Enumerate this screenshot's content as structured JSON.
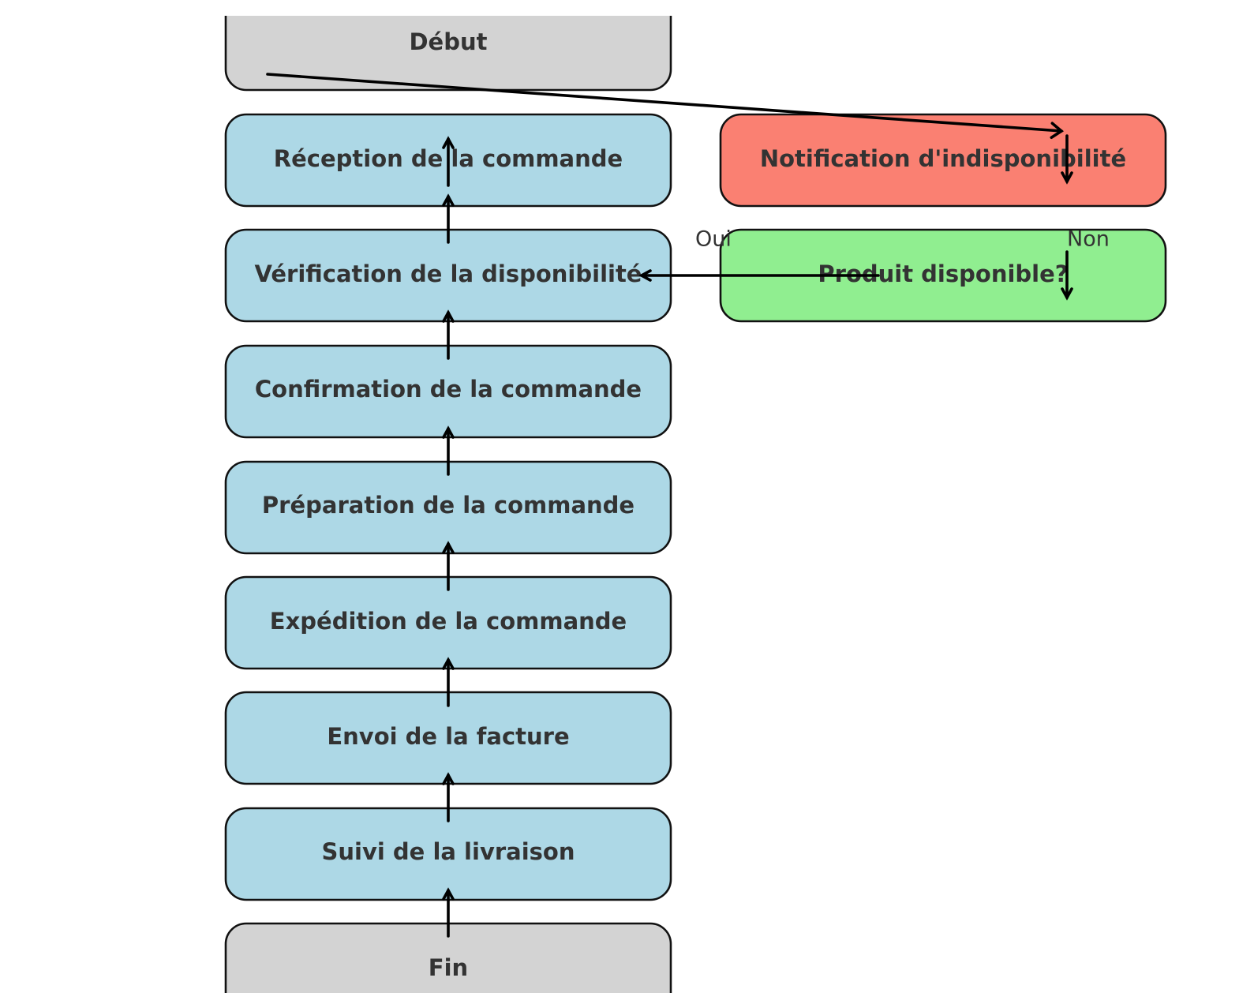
{
  "colors": {
    "terminal": "#d3d3d3",
    "process": "#add8e6",
    "notification": "#fa8072",
    "decision": "#90ee90",
    "text": "#333333",
    "edge": "#000000"
  },
  "nodes": {
    "debut": {
      "label": "Début",
      "kind": "terminal"
    },
    "reception": {
      "label": "Réception de la commande",
      "kind": "process"
    },
    "verification": {
      "label": "Vérification de la disponibilité",
      "kind": "process"
    },
    "confirmation": {
      "label": "Confirmation de la commande",
      "kind": "process"
    },
    "preparation": {
      "label": "Préparation de la commande",
      "kind": "process"
    },
    "expedition": {
      "label": "Expédition de la commande",
      "kind": "process"
    },
    "facture": {
      "label": "Envoi de la facture",
      "kind": "process"
    },
    "suivi": {
      "label": "Suivi de la livraison",
      "kind": "process"
    },
    "fin": {
      "label": "Fin",
      "kind": "terminal"
    },
    "notification": {
      "label": "Notification d'indisponibilité",
      "kind": "notification"
    },
    "decision": {
      "label": "Produit disponible?",
      "kind": "decision"
    }
  },
  "edges": [
    {
      "from": "debut",
      "to": "notification",
      "label": ""
    },
    {
      "from": "notification",
      "to": "decision",
      "label": ""
    },
    {
      "from": "decision",
      "to": "verification",
      "label": ""
    },
    {
      "from": "reception",
      "to": "debut",
      "label": ""
    },
    {
      "from": "verification",
      "to": "reception",
      "label": ""
    },
    {
      "from": "confirmation",
      "to": "verification",
      "label": ""
    },
    {
      "from": "preparation",
      "to": "confirmation",
      "label": ""
    },
    {
      "from": "expedition",
      "to": "preparation",
      "label": ""
    },
    {
      "from": "facture",
      "to": "expedition",
      "label": ""
    },
    {
      "from": "suivi",
      "to": "facture",
      "label": ""
    },
    {
      "from": "fin",
      "to": "suivi",
      "label": ""
    }
  ],
  "edge_labels": {
    "oui": "Oui",
    "non": "Non"
  }
}
